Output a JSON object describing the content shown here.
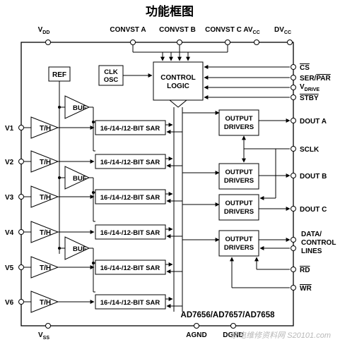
{
  "title": "功能框图",
  "chip_name": "AD7656/AD7657/AD7658",
  "top_pins": {
    "vdd": "V",
    "vdd_sub": "DD",
    "convst_a": "CONVST A",
    "convst_b": "CONVST B",
    "convst_c": "CONVST C",
    "avcc": "AV",
    "avcc_sub": "CC",
    "dvcc": "DV",
    "dvcc_sub": "CC"
  },
  "bottom_pins": {
    "vss": "V",
    "vss_sub": "SS",
    "agnd": "AGND",
    "dgnd": "DGND"
  },
  "inputs": [
    "V1",
    "V2",
    "V3",
    "V4",
    "V5",
    "V6"
  ],
  "track_hold_label": "T/H",
  "sar_label": "16-/14-/12-BIT SAR",
  "buf_label": "BUF",
  "ref_label": "REF",
  "clk_osc": {
    "line1": "CLK",
    "line2": "OSC"
  },
  "control_logic": {
    "line1": "CONTROL",
    "line2": "LOGIC"
  },
  "control_inputs": {
    "cs": "CS",
    "ser_par_a": "SER/",
    "ser_par_b": "PAR",
    "vdrive": "V",
    "vdrive_sub": "DRIVE",
    "stby": "STBY"
  },
  "output_drivers": {
    "line1": "OUTPUT",
    "line2": "DRIVERS"
  },
  "right_pins": {
    "dout_a": "DOUT A",
    "sclk": "SCLK",
    "dout_b": "DOUT B",
    "dout_c": "DOUT C",
    "data_ctrl_1": "DATA/",
    "data_ctrl_2": "CONTROL",
    "data_ctrl_3": "LINES",
    "rd": "RD",
    "wr": "WR"
  },
  "watermark": "家电维修资料网 S20101.com"
}
